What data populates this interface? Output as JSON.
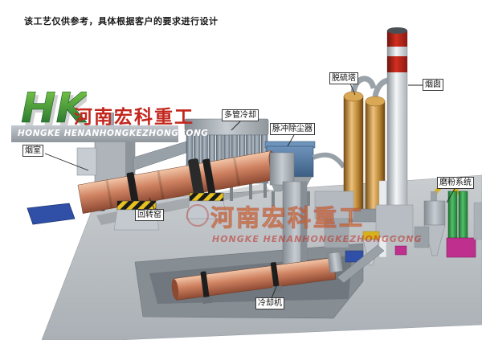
{
  "disclaimer": "该工艺仅供参考，具体根据客户的要求进行设计",
  "logo": {
    "monogram": "HK",
    "company_cn": "河南宏科重工",
    "company_en": "HONGKE HENANHONGKEZHONGGONG"
  },
  "watermark": {
    "company_cn": "河南宏科重工",
    "company_en": "HONGKE HENANHONGKEZHONGGONG"
  },
  "equipment_labels": {
    "smoke_chamber": "烟室",
    "rotary_kiln": "回转窑",
    "multi_tube_cooler": "多管冷却",
    "pulse_dust_collector": "脉冲除尘器",
    "desulfurization_tower": "脱硫塔",
    "chimney": "烟囱",
    "grinding_system": "磨粉系统",
    "cooling_machine": "冷却机"
  },
  "colors": {
    "brand_red": "#c3261d",
    "logo_green": "#2e9e44",
    "kiln_salmon": "#cf8261",
    "chimney_band_red": "#c52e1e",
    "tower_orange": "#c08637",
    "dust_collector_blue": "#4a6f9c",
    "hazard_yellow": "#e6c11f",
    "ground_gray": "#b9bdc1",
    "magenta_unit": "#bf2f8e",
    "green_unit": "#2f8f3f"
  }
}
